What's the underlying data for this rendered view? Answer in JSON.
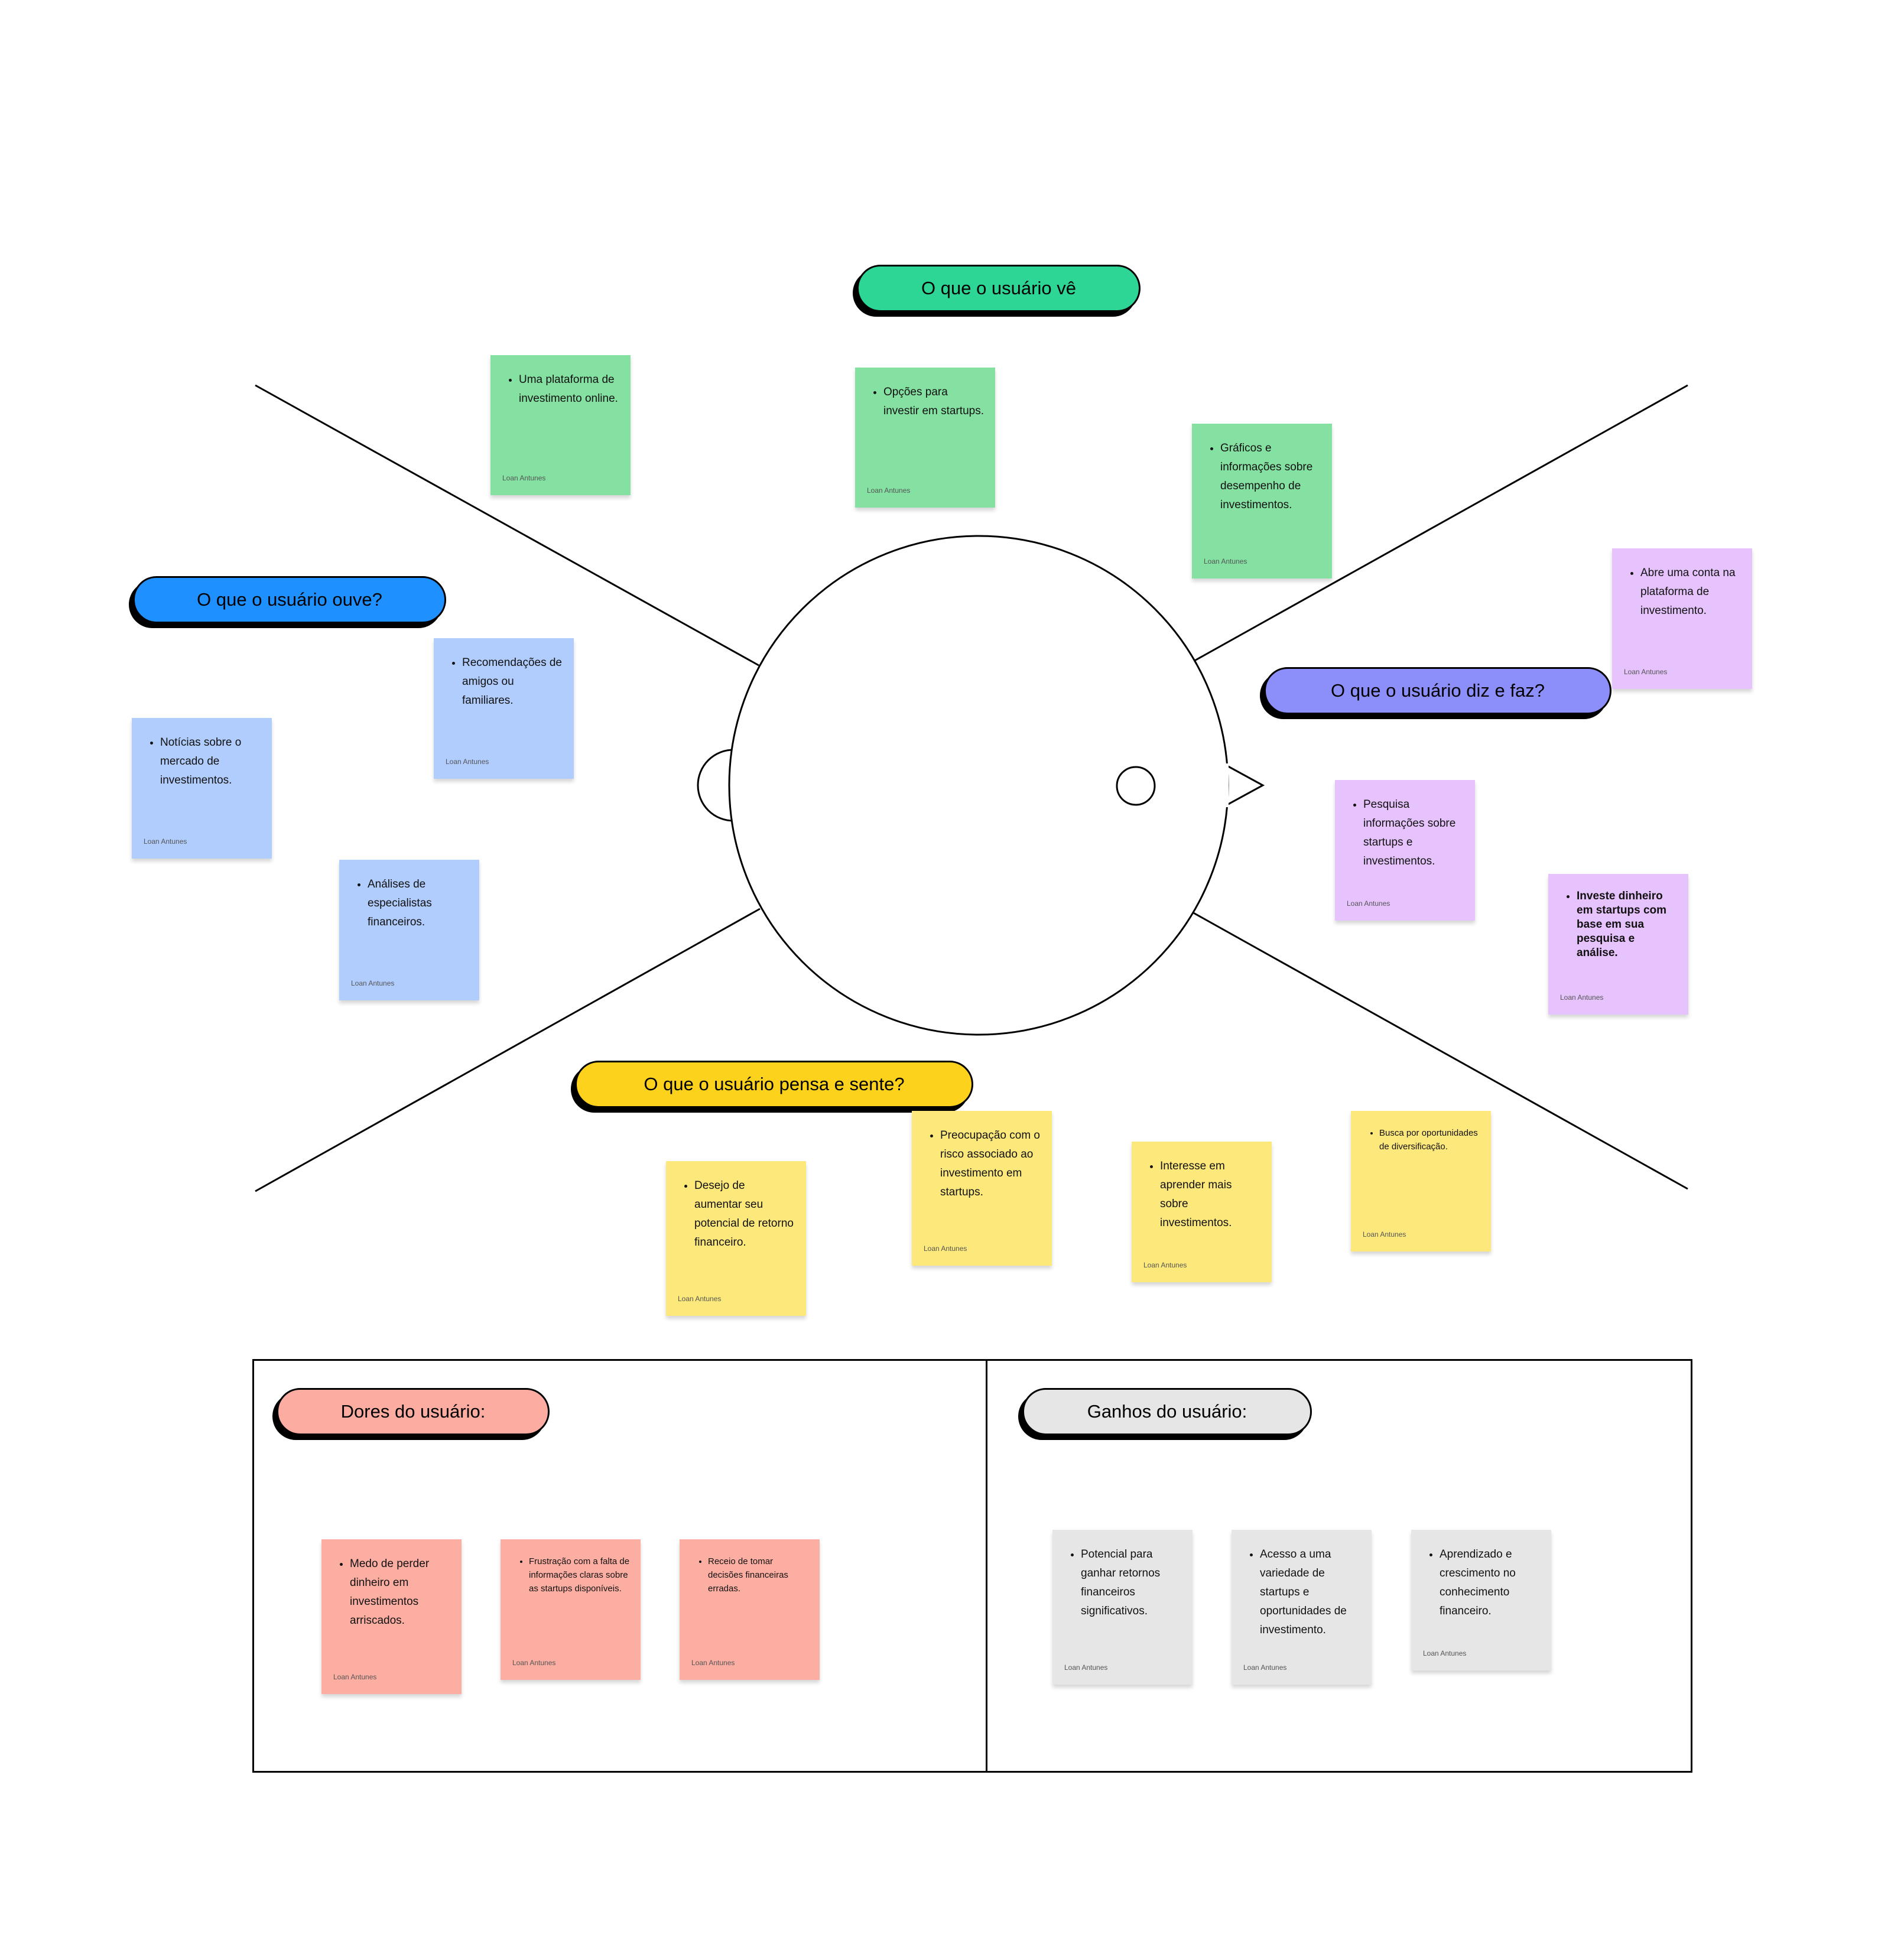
{
  "colors": {
    "sees": "#2ed696",
    "hears": "#1e90ff",
    "says_does": "#8c8ff9",
    "thinks_feels": "#fcd21c",
    "pains": "#fcaca0",
    "gains": "#e6e6e6",
    "note_green": "#84e1a2",
    "note_blue": "#b1cdfd",
    "note_purple": "#e6c3fc",
    "note_yellow": "#fde87b",
    "note_red": "#fdaea2",
    "note_gray": "#e6e6e6"
  },
  "headings": {
    "sees": "O que o usuário vê",
    "hears": "O que o usuário ouve?",
    "says_does": "O que o usuário diz e faz?",
    "thinks_feels": "O que o usuário pensa e sente?",
    "pains": "Dores do usuário:",
    "gains": "Ganhos do usuário:"
  },
  "notes": [
    {
      "id": "sees-1",
      "text": "Uma plataforma de investimento online.",
      "author": "Loan Antunes"
    },
    {
      "id": "sees-2",
      "text": "Opções para investir em startups.",
      "author": "Loan Antunes"
    },
    {
      "id": "sees-3",
      "text": "Gráficos e informações sobre desempenho de investimentos.",
      "author": "Loan Antunes"
    },
    {
      "id": "hears-1",
      "text": "Recomendações de amigos ou familiares.",
      "author": "Loan Antunes"
    },
    {
      "id": "hears-2",
      "text": "Notícias sobre o mercado de investimentos.",
      "author": "Loan Antunes"
    },
    {
      "id": "hears-3",
      "text": "Análises de especialistas financeiros.",
      "author": "Loan Antunes"
    },
    {
      "id": "does-1",
      "text": "Abre uma conta na plataforma de investimento.",
      "author": "Loan Antunes"
    },
    {
      "id": "does-2",
      "text": "Pesquisa informações sobre startups e investimentos.",
      "author": "Loan Antunes"
    },
    {
      "id": "does-3",
      "text": "Investe dinheiro em startups com base em sua pesquisa e análise.",
      "author": "Loan Antunes"
    },
    {
      "id": "thinks-1",
      "text": "Desejo de aumentar seu potencial de retorno financeiro.",
      "author": "Loan Antunes"
    },
    {
      "id": "thinks-2",
      "text": "Preocupação com o risco associado ao investimento em startups.",
      "author": "Loan Antunes"
    },
    {
      "id": "thinks-3",
      "text": "Interesse em aprender mais sobre investimentos.",
      "author": "Loan Antunes"
    },
    {
      "id": "thinks-4",
      "text": "Busca por oportunidades de diversificação.",
      "author": "Loan Antunes"
    },
    {
      "id": "pains-1",
      "text": "Medo de perder dinheiro em investimentos arriscados.",
      "author": "Loan Antunes"
    },
    {
      "id": "pains-2",
      "text": "Frustração com a falta de informações claras sobre as startups disponíveis.",
      "author": "Loan Antunes"
    },
    {
      "id": "pains-3",
      "text": "Receio de tomar decisões financeiras erradas.",
      "author": "Loan Antunes"
    },
    {
      "id": "gains-1",
      "text": "Potencial para ganhar retornos financeiros significativos.",
      "author": "Loan Antunes"
    },
    {
      "id": "gains-2",
      "text": "Acesso a uma variedade de startups e oportunidades de investimento.",
      "author": "Loan Antunes"
    },
    {
      "id": "gains-3",
      "text": "Aprendizado e crescimento no conhecimento financeiro.",
      "author": "Loan Antunes"
    }
  ]
}
